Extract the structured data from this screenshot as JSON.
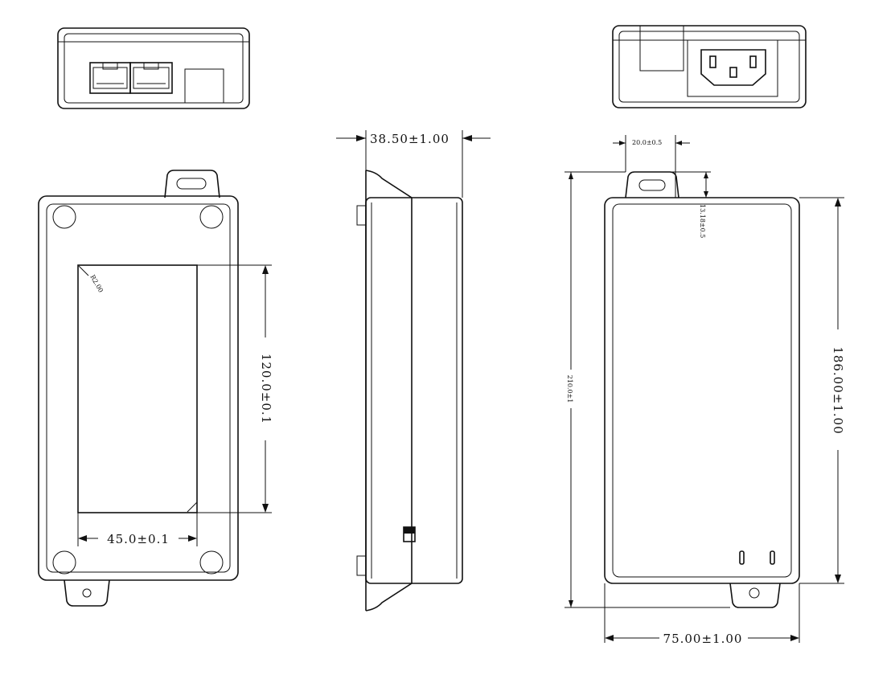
{
  "dimensions": {
    "side_depth": "38.50±1.00",
    "bottom_width": "45.0±0.1",
    "bottom_height": "120.0±0.1",
    "corner_radius": "R2.00",
    "mount_tab_width": "20.0±0.5",
    "mount_tab_height": "13.18±0.5",
    "overall_length": "210.0±1",
    "body_length": "186.00±1.00",
    "body_width": "75.00±1.00"
  }
}
